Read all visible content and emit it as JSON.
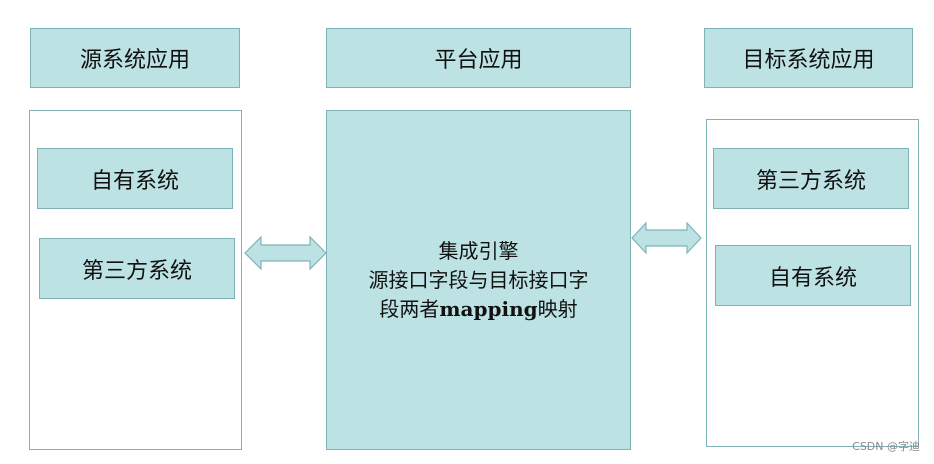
{
  "headers": {
    "source": "源系统应用",
    "platform": "平台应用",
    "target": "目标系统应用"
  },
  "source_systems": [
    "自有系统",
    "第三方系统"
  ],
  "platform_box": {
    "line1": "集成引擎",
    "line2": "源接口字段与目标接口字",
    "line3_prefix": "段两者",
    "line3_bold": "mapping",
    "line3_suffix": "映射"
  },
  "target_systems": [
    "第三方系统",
    "自有系统"
  ],
  "watermark": "CSDN @字迪",
  "colors": {
    "box_fill": "#bde2e4",
    "box_border": "#7fb3b8",
    "arrow_fill": "#bde2e4",
    "arrow_stroke": "#7fb3b8"
  }
}
